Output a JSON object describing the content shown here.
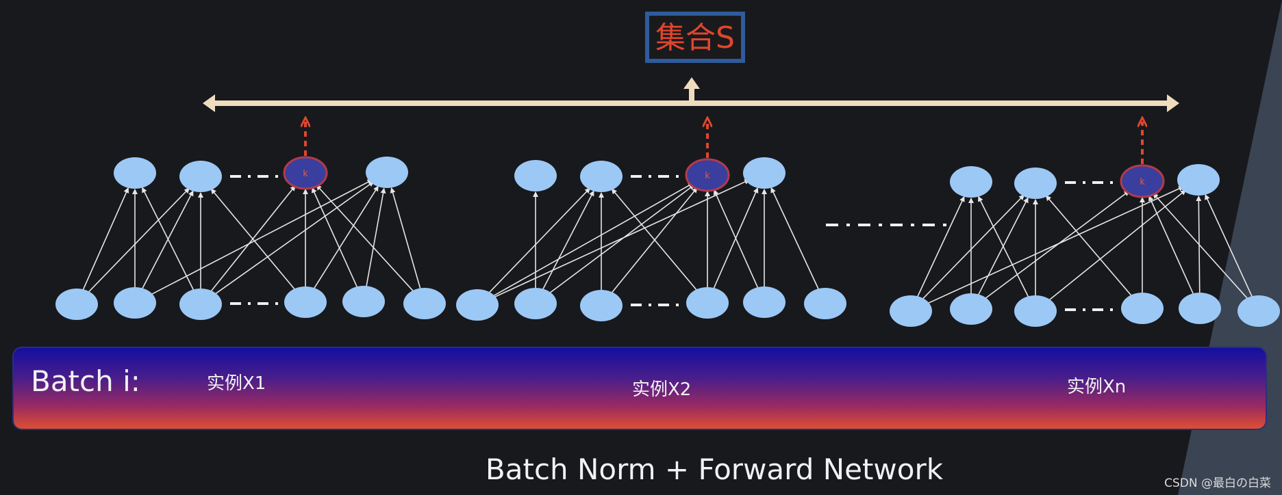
{
  "set_box": {
    "label": "集合S"
  },
  "networks": [
    {
      "label": "实例X1",
      "neuron_mark": "k"
    },
    {
      "label": "实例X2",
      "neuron_mark": "k"
    },
    {
      "label": "实例Xn",
      "neuron_mark": "k"
    }
  ],
  "batch_bar": {
    "title": "Batch i:"
  },
  "caption": "Batch Norm + Forward Network",
  "watermark": "CSDN @最白の白菜",
  "colors": {
    "background": "#18191d",
    "neuron_fill": "#9cc8f5",
    "highlight_fill": "#3a3e9e",
    "highlight_border": "#b23b4c",
    "highlight_arrow": "#e0462e",
    "collector_arrow": "#efdcbf",
    "set_box_border": "#2e5c9c",
    "bar_gradient": [
      "#120ea0",
      "#4a1e8a",
      "#9a2a62",
      "#e05030"
    ]
  }
}
